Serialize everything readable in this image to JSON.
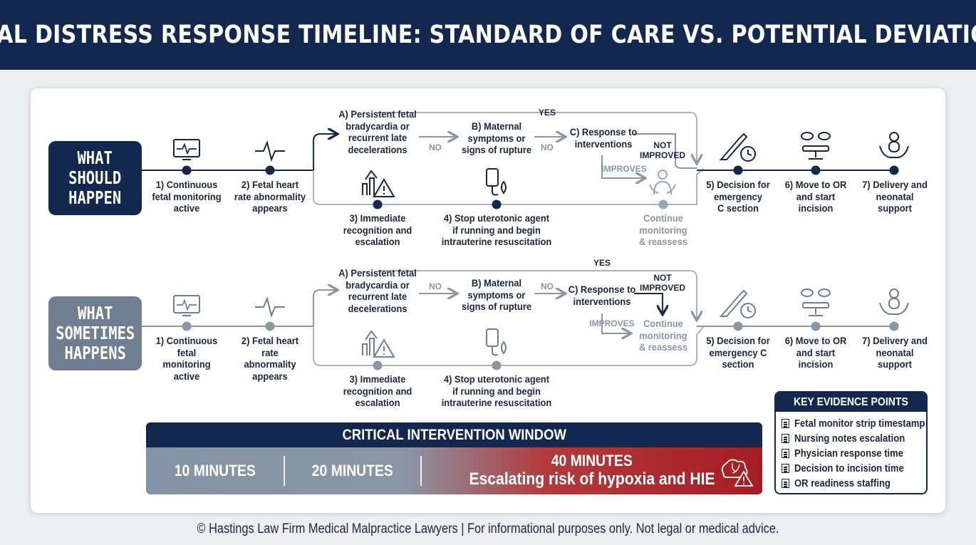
{
  "title": "FETAL DISTRESS RESPONSE TIMELINE: STANDARD OF CARE VS. POTENTIAL DEVIATIONS",
  "rows": [
    {
      "label": "WHAT\nSHOULD\nHAPPEN",
      "steps": {
        "s1": "1) Continuous\nfetal monitoring\nactive",
        "s2": "2) Fetal heart\nrate abnormality\nappears",
        "a": "A) Persistent fetal\nbradycardia or\nrecurrent late\ndecelerations",
        "b": "B) Maternal\nsymptoms or\nsigns of rupture",
        "c": "C) Response to\ninterventions",
        "s3": "3) Immediate\nrecognition and\nescalation",
        "s4": "4) Stop uterotonic agent\nif running and begin\nintrauterine resuscitation",
        "cont": "Continue\nmonitoring\n& reassess",
        "s5": "5) Decision for\nemergency\nC section",
        "s6": "6) Move to OR\nand start\nincision",
        "s7": "7) Delivery and\nneonatal\nsupport"
      },
      "labels": {
        "yes": "YES",
        "no1": "NO",
        "no2": "NO",
        "not_improved": "NOT\nIMPROVED",
        "improves": "IMPROVES"
      }
    },
    {
      "label": "WHAT\nSOMETIMES\nHAPPENS",
      "steps": {
        "s1": "1) Continuous\nfetal\nmonitoring\nactive",
        "s2": "2) Fetal heart\nrate\nabnormality\nappears",
        "a": "A) Persistent fetal\nbradycardia or\nrecurrent late\ndecelerations",
        "b": "B) Maternal\nsymptoms or\nsigns of rupture",
        "c": "C) Response to\ninterventions",
        "s3": "3) Immediate\nrecognition and\nescalation",
        "s4": "4) Stop uterotonic agent\nif running and begin\nintrauterine resuscitation",
        "cont": "Continue\nmonitoring\n& reassess",
        "s5": "5) Decision for\nemergency C\nsection",
        "s6": "6) Move to OR\nand start\nincision",
        "s7": "7) Delivery and\nneonatal\nsupport"
      },
      "labels": {
        "yes": "YES",
        "no1": "NO",
        "no2": "NO",
        "not_improved": "NOT\nIMPROVED",
        "improves": "IMPROVES"
      }
    }
  ],
  "window": {
    "title": "CRITICAL INTERVENTION WINDOW",
    "seg1": "10 MINUTES",
    "seg2": "20 MINUTES",
    "seg3_line1": "40 MINUTES",
    "seg3_line2": "Escalating risk of hypoxia and HIE"
  },
  "evidence": {
    "title": "KEY EVIDENCE POINTS",
    "items": [
      "Fetal monitor strip timestamp",
      "Nursing notes escalation",
      "Physician response time",
      "Decision to incision time",
      "OR readiness staffing"
    ]
  },
  "footer": "© Hastings Law Firm Medical Malpractice Lawyers  |  For informational purposes only. Not legal or medical advice.",
  "colors": {
    "navy": "#13284f",
    "slate": "#6f7f91",
    "line_gray": "#8a96a6",
    "risk_red": "#a51d24"
  }
}
